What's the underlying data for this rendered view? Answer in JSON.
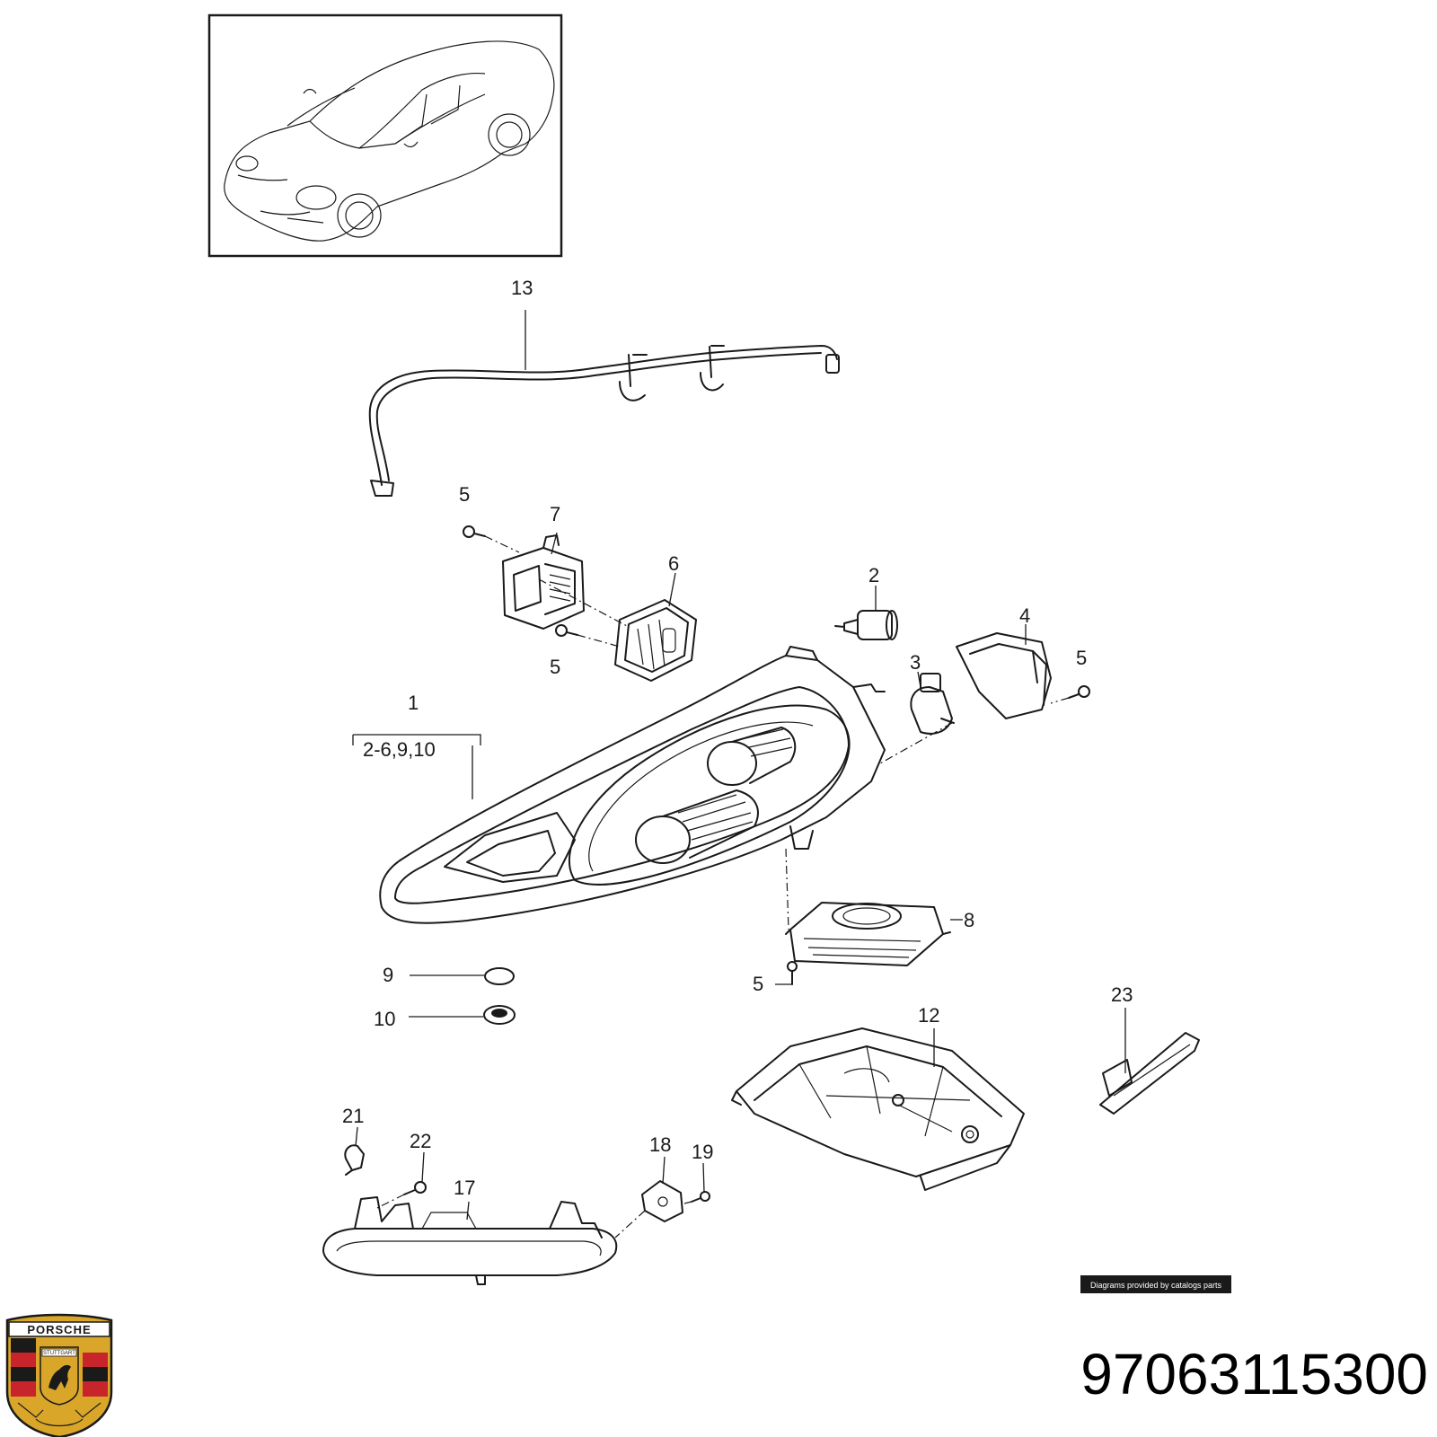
{
  "callouts": {
    "c13": "13",
    "c5a": "5",
    "c7": "7",
    "c6": "6",
    "c5b": "5",
    "c2": "2",
    "c4": "4",
    "c3": "3",
    "c5c": "5",
    "c1": "1",
    "c1_sub": "2-6,9,10",
    "c8": "8",
    "c5d": "5",
    "c9": "9",
    "c10": "10",
    "c12": "12",
    "c23": "23",
    "c21": "21",
    "c22": "22",
    "c17": "17",
    "c18": "18",
    "c19": "19"
  },
  "credit": "Diagrams provided by catalogs parts",
  "part_number": "97063115300",
  "logo": {
    "brand": "PORSCHE",
    "city": "STUTTGART",
    "colors": {
      "red": "#c8242b",
      "gold": "#d9a62a",
      "black": "#1a1a1a"
    }
  }
}
